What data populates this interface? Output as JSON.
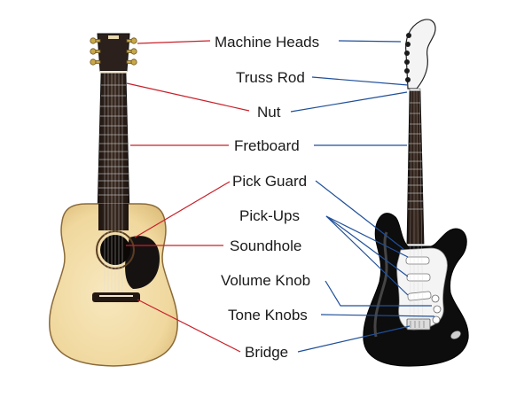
{
  "labels": {
    "machine_heads": "Machine Heads",
    "truss_rod": "Truss Rod",
    "nut": "Nut",
    "fretboard": "Fretboard",
    "pick_guard": "Pick Guard",
    "pick_ups": "Pick-Ups",
    "soundhole": "Soundhole",
    "volume_knob": "Volume Knob",
    "tone_knobs": "Tone Knobs",
    "bridge": "Bridge"
  },
  "colors": {
    "acoustic_leader": "#c8202a",
    "electric_leader": "#1f4f9a",
    "acoustic_top": "#f2dca6",
    "fretboard": "#2a1d17",
    "electric_body": "#0d0d0d",
    "pickguard": "#f4f4f4"
  }
}
